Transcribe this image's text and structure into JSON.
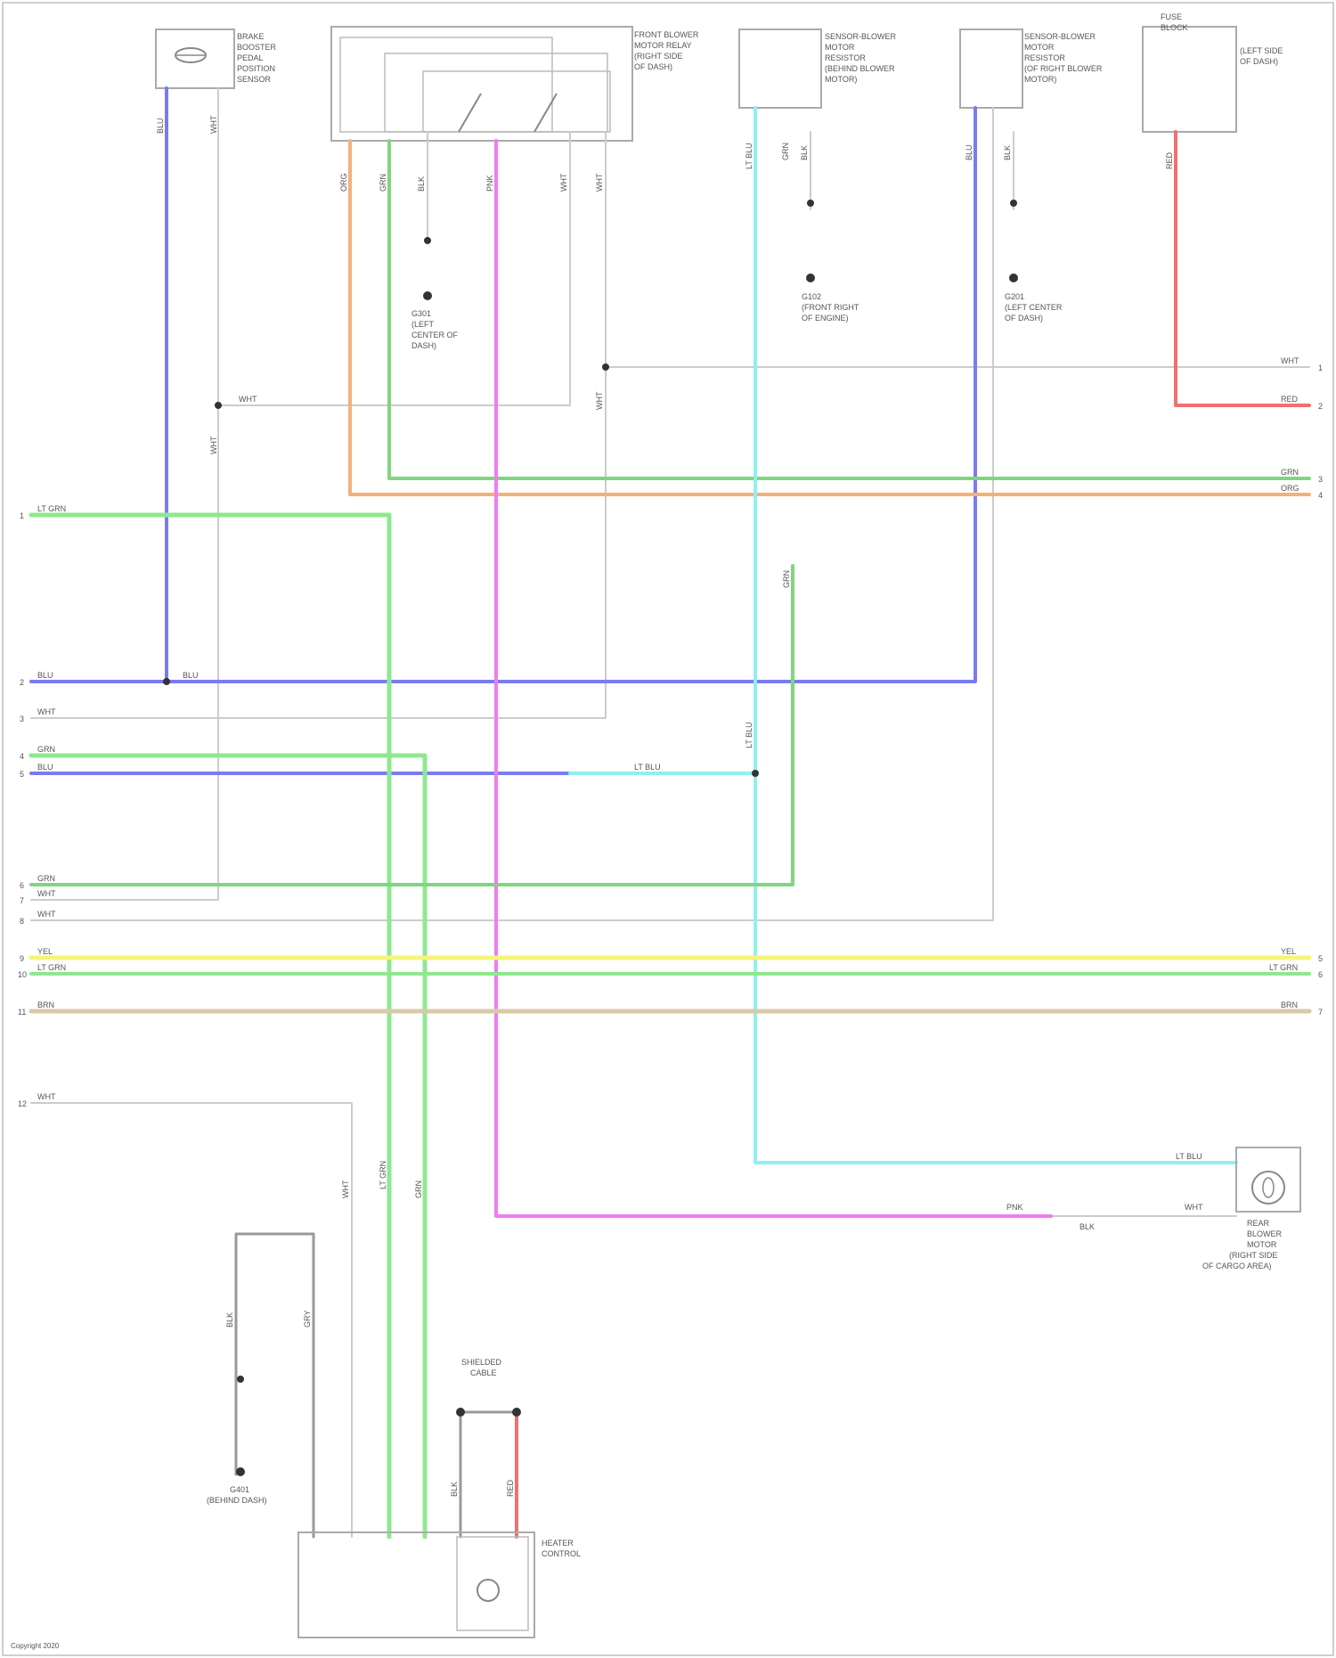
{
  "diagram_title": "",
  "wire_colors": {
    "blue": "#7b7bf0",
    "light_green": "#8fe88f",
    "green": "#7ed67e",
    "orange": "#f5b07a",
    "cyan": "#8ff0f0",
    "pink": "#f07cf0",
    "red": "#f07070",
    "yellow": "#f5f57a",
    "tan": "#d9c9a8",
    "gray": "#cccccc",
    "dark_gray": "#999999"
  },
  "wire_labels": {
    "blu": "BLU",
    "wht": "WHT",
    "grn": "GRN",
    "org": "ORG",
    "pnk": "PNK",
    "ltblu": "LT BLU",
    "ltgrn": "LT GRN",
    "red": "RED",
    "yel": "YEL",
    "brn": "BRN",
    "gry": "GRY",
    "blk": "BLK"
  },
  "pin_numbers": {
    "l1": "1",
    "l2": "2",
    "l3": "3",
    "l4": "4",
    "l5": "5",
    "l6": "6",
    "l7": "7",
    "l8": "8",
    "l9": "9",
    "l10": "10",
    "l11": "11",
    "l12": "12",
    "r1": "1",
    "r2": "2",
    "r3": "3",
    "r4": "4",
    "r5": "5",
    "r6": "6",
    "r7": "7"
  },
  "components": [
    {
      "id": "top-left-sensor",
      "lines": [
        "BRAKE",
        "BOOSTER",
        "PEDAL",
        "POSITION",
        "SENSOR"
      ]
    },
    {
      "id": "top-relay-box",
      "lines": [
        "FRONT BLOWER",
        "MOTOR RELAY",
        "(RIGHT SIDE",
        "OF DASH)"
      ]
    },
    {
      "id": "middle-sensor-1",
      "lines": [
        "SENSOR-BLOWER",
        "MOTOR",
        "RESISTOR",
        "(BEHIND BLOWER",
        "MOTOR)"
      ]
    },
    {
      "id": "middle-sensor-2",
      "lines": [
        "SENSOR-BLOWER",
        "MOTOR",
        "RESISTOR",
        "(OF RIGHT BLOWER",
        "MOTOR)"
      ]
    },
    {
      "id": "top-right-fuse",
      "lines": [
        "FUSE",
        "BLOCK",
        "(LEFT SIDE",
        "OF DASH)"
      ]
    },
    {
      "id": "right-motor",
      "lines": [
        "REAR",
        "BLOWER",
        "MOTOR",
        "(RIGHT SIDE",
        "OF CARGO AREA)"
      ]
    },
    {
      "id": "bottom-module",
      "lines": [
        "HEATER",
        "CONTROL"
      ]
    },
    {
      "id": "bottom-ground",
      "lines": [
        "G401",
        "(BEHIND DASH)"
      ]
    },
    {
      "id": "bottom-shield",
      "lines": [
        "SHIELDED",
        "CABLE"
      ]
    }
  ],
  "ground_labels": [
    {
      "id": "g-left",
      "lines": [
        "G301",
        "(LEFT",
        "CENTER OF",
        "DASH)"
      ]
    },
    {
      "id": "g-mid",
      "lines": [
        "G102",
        "(FRONT RIGHT",
        "OF ENGINE)"
      ]
    },
    {
      "id": "g-right",
      "lines": [
        "G201",
        "(LEFT CENTER",
        "OF DASH)"
      ]
    }
  ],
  "footer": "Copyright 2020"
}
